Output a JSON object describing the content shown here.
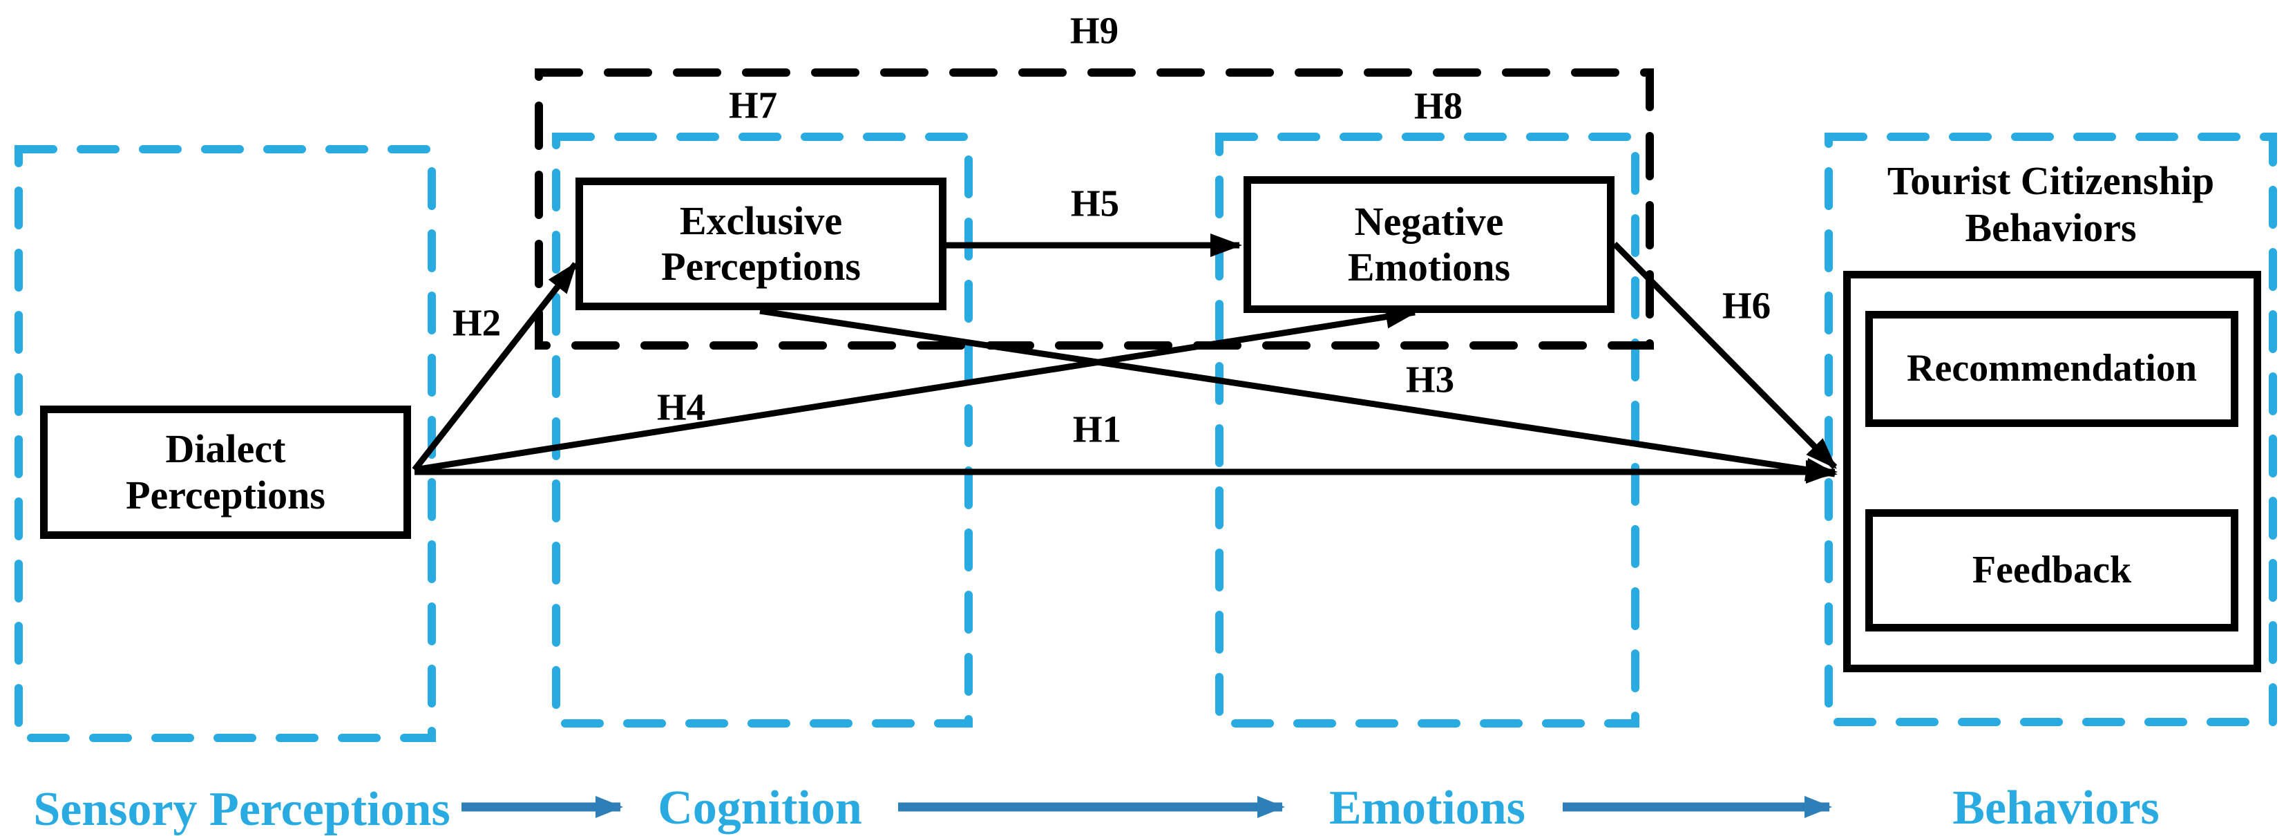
{
  "diagram": {
    "nodes": {
      "dialect": {
        "line1": "Dialect",
        "line2": "Perceptions"
      },
      "exclusive": {
        "line1": "Exclusive",
        "line2": "Perceptions"
      },
      "negative": {
        "line1": "Negative",
        "line2": "Emotions"
      },
      "tourist": {
        "line1": "Tourist Citizenship",
        "line2": "Behaviors"
      },
      "recommendation": "Recommendation",
      "feedback": "Feedback"
    },
    "hypotheses": {
      "h1": "H1",
      "h2": "H2",
      "h3": "H3",
      "h4": "H4",
      "h5": "H5",
      "h6": "H6",
      "h7": "H7",
      "h8": "H8",
      "h9": "H9"
    },
    "process_labels": [
      "Sensory Perceptions",
      "Cognition",
      "Emotions",
      "Behaviors"
    ],
    "colors": {
      "region_blue": "#29ABE2",
      "process_arrow_blue": "#2E7FB8",
      "line_black": "#000000"
    }
  }
}
